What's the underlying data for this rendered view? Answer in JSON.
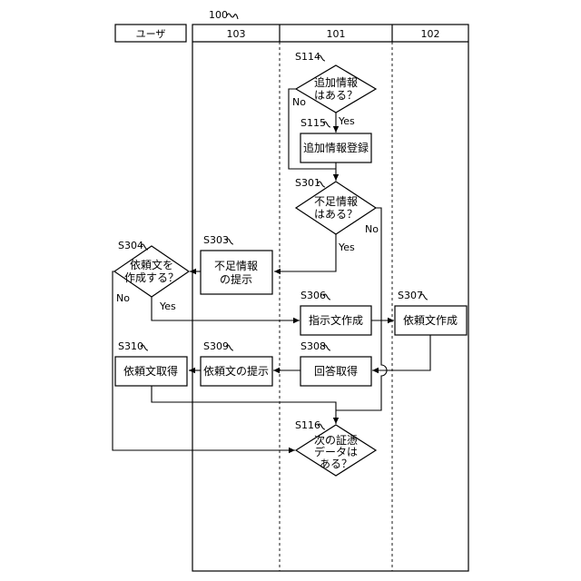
{
  "figure_ref": "100",
  "lanes": {
    "user": "ユーザ",
    "l103": "103",
    "l101": "101",
    "l102": "102"
  },
  "nodes": {
    "s114": {
      "step": "S114",
      "lines": [
        "追加情報",
        "はある？"
      ]
    },
    "s115": {
      "step": "S115",
      "lines": [
        "追加情報登録"
      ]
    },
    "s301": {
      "step": "S301",
      "lines": [
        "不足情報",
        "はある？"
      ]
    },
    "s303": {
      "step": "S303",
      "lines": [
        "不足情報",
        "の提示"
      ]
    },
    "s304": {
      "step": "S304",
      "lines": [
        "依頼文を",
        "作成する？"
      ]
    },
    "s306": {
      "step": "S306",
      "lines": [
        "指示文作成"
      ]
    },
    "s307": {
      "step": "S307",
      "lines": [
        "依頼文作成"
      ]
    },
    "s308": {
      "step": "S308",
      "lines": [
        "回答取得"
      ]
    },
    "s309": {
      "step": "S309",
      "lines": [
        "依頼文の提示"
      ]
    },
    "s310": {
      "step": "S310",
      "lines": [
        "依頼文取得"
      ]
    },
    "s116": {
      "step": "S116",
      "lines": [
        "次の証憑",
        "データは",
        "ある？"
      ]
    }
  },
  "branch_labels": {
    "s114_no": "No",
    "s114_yes": "Yes",
    "s301_no": "No",
    "s301_yes": "Yes",
    "s304_no": "No",
    "s304_yes": "Yes"
  }
}
